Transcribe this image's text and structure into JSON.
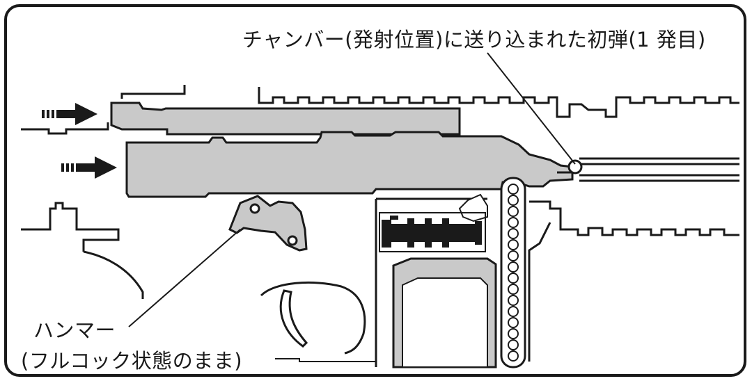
{
  "labels": {
    "chamber_round": "チャンバー(発射位置)に送り込まれた初弾(1 発目)",
    "hammer_title": "ハンマー",
    "hammer_note": "(フルコック状態のまま)"
  },
  "colors": {
    "line": "#1a1a1a",
    "part_fill": "#c9c9c9",
    "background": "#ffffff",
    "dark_part": "#1a1a1a"
  }
}
